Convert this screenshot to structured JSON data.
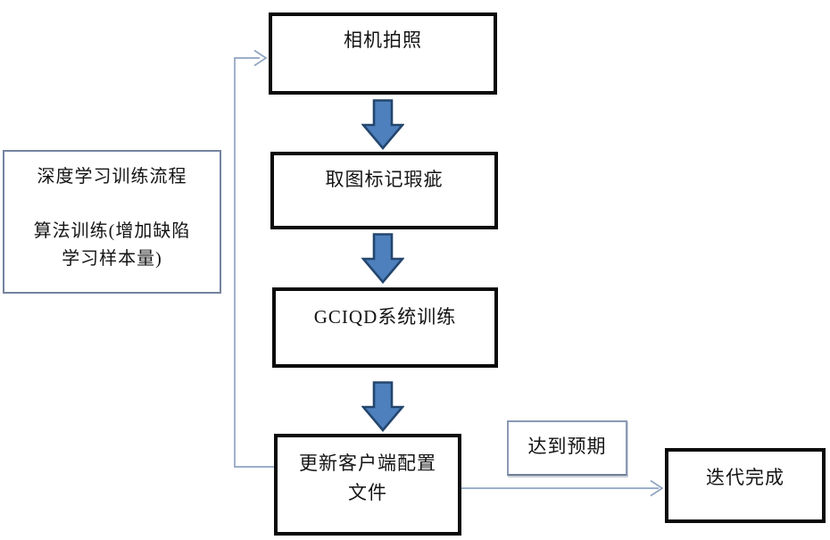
{
  "diagram": {
    "title_hint": "deep-learning-training-flowchart",
    "background": "#ffffff",
    "palette": {
      "flow_box_border": "#0a0a0a",
      "info_box_border": "#74839f",
      "label_box_border": "#8a99b4",
      "connector_line": "#8fa3c2",
      "block_arrow_fill": "#4d80bd",
      "block_arrow_stroke": "#24466e",
      "text": "#141414"
    },
    "nodes": {
      "camera": {
        "label": "相机拍照"
      },
      "mark_defects": {
        "label": "取图标记瑕疵"
      },
      "system_training": {
        "label": "GCIQD系统训练"
      },
      "update_config": {
        "line1": "更新客户端配置",
        "line2": "文件"
      },
      "iteration_done": {
        "label": "迭代完成"
      }
    },
    "edge_labels": {
      "expectation": "达到预期"
    },
    "info_box": {
      "line1": "深度学习训练流程",
      "line2": "算法训练(增加缺陷",
      "line3": "学习样本量)"
    },
    "icons": {
      "step_arrow": "block-down-arrow",
      "feedback_arrowhead": "chevron-right-icon",
      "done_arrowhead": "chevron-right-icon"
    }
  }
}
